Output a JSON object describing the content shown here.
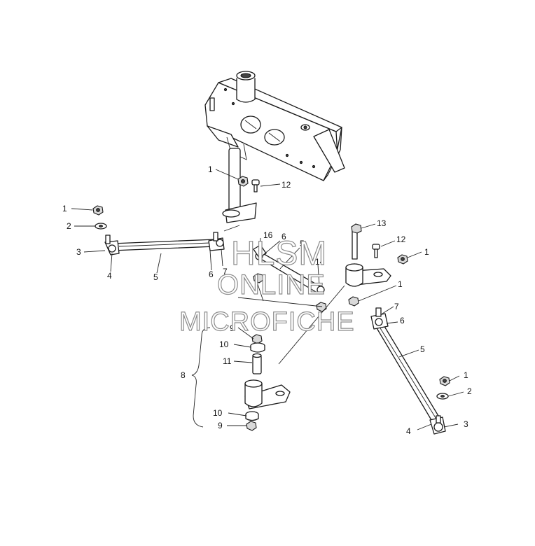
{
  "diagram": {
    "watermark": {
      "line1": "HLSM",
      "line2": "ONLINE",
      "line3": "MICROFICHE"
    },
    "callouts": [
      {
        "id": "c1a",
        "label": "1"
      },
      {
        "id": "c12a",
        "label": "12"
      },
      {
        "id": "c1b",
        "label": "1"
      },
      {
        "id": "c2a",
        "label": "2"
      },
      {
        "id": "c3a",
        "label": "3"
      },
      {
        "id": "c4a",
        "label": "4"
      },
      {
        "id": "c5a",
        "label": "5"
      },
      {
        "id": "c6a",
        "label": "6"
      },
      {
        "id": "c7a",
        "label": "7"
      },
      {
        "id": "c16",
        "label": "16"
      },
      {
        "id": "c6b",
        "label": "6"
      },
      {
        "id": "c5b",
        "label": "5"
      },
      {
        "id": "c14",
        "label": "14"
      },
      {
        "id": "c13",
        "label": "13"
      },
      {
        "id": "c12b",
        "label": "12"
      },
      {
        "id": "c1c",
        "label": "1"
      },
      {
        "id": "c1d",
        "label": "1"
      },
      {
        "id": "c7b",
        "label": "7"
      },
      {
        "id": "c6c",
        "label": "6"
      },
      {
        "id": "c5c",
        "label": "5"
      },
      {
        "id": "c9a",
        "label": "9"
      },
      {
        "id": "c10a",
        "label": "10"
      },
      {
        "id": "c11",
        "label": "11"
      },
      {
        "id": "c8",
        "label": "8"
      },
      {
        "id": "c10b",
        "label": "10"
      },
      {
        "id": "c9b",
        "label": "9"
      },
      {
        "id": "c1e",
        "label": "1"
      },
      {
        "id": "c2b",
        "label": "2"
      },
      {
        "id": "c4b",
        "label": "4"
      },
      {
        "id": "c3b",
        "label": "3"
      }
    ]
  }
}
